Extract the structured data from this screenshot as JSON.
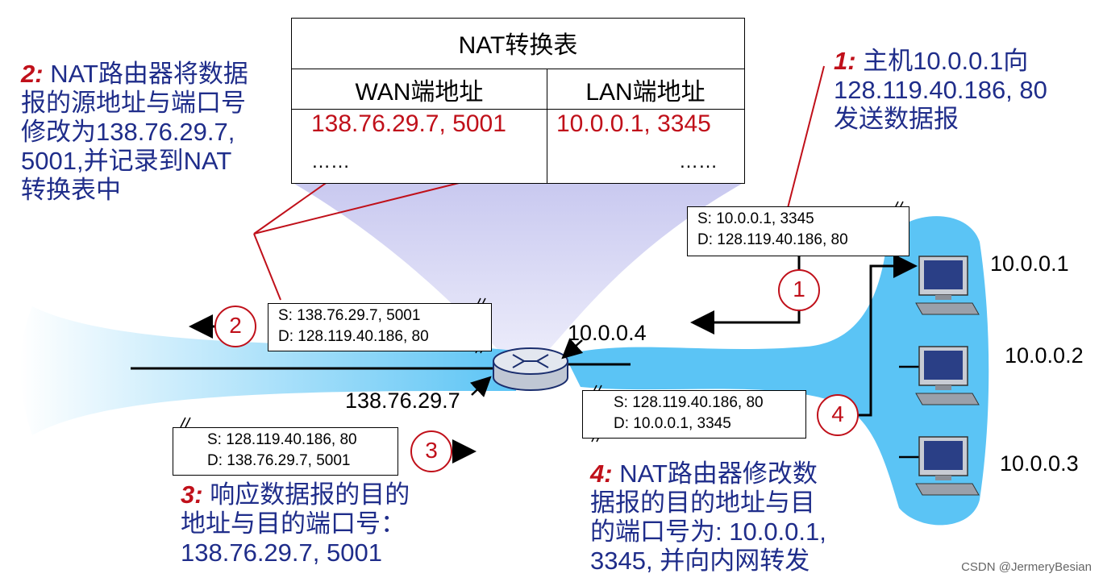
{
  "nat_table": {
    "title": "NAT转换表",
    "col_wan": "WAN端地址",
    "col_lan": "LAN端地址",
    "row_wan": "138.76.29.7, 5001",
    "row_lan": "10.0.0.1, 3345",
    "ellipsis_left": "……",
    "ellipsis_right": "……"
  },
  "notes": {
    "note1": {
      "step": "1:",
      "lines": [
        " 主机10.0.0.1向",
        "128.119.40.186, 80",
        "发送数据报"
      ]
    },
    "note2": {
      "step": "2:",
      "lines": [
        " NAT路由器将数据",
        "报的源地址与端口号",
        "修改为138.76.29.7,",
        "5001,并记录到NAT",
        "转换表中"
      ]
    },
    "note3": {
      "step": "3:",
      "lines": [
        " 响应数据报的目的",
        "地址与目的端口号：",
        " 138.76.29.7, 5001"
      ]
    },
    "note4": {
      "step": "4:",
      "lines": [
        " NAT路由器修改数",
        "据报的目的地址与目",
        "的端口号为: 10.0.0.1,",
        "3345, 并向内网转发"
      ]
    }
  },
  "packets": {
    "p1": {
      "src": "S: 10.0.0.1, 3345",
      "dst": "D: 128.119.40.186, 80"
    },
    "p2": {
      "src": "S: 138.76.29.7, 5001",
      "dst": "D: 128.119.40.186, 80"
    },
    "p3": {
      "src": "S: 128.119.40.186, 80",
      "dst": "D: 138.76.29.7, 5001"
    },
    "p4": {
      "src": "S: 128.119.40.186, 80",
      "dst": "D: 10.0.0.1, 3345"
    }
  },
  "steps": {
    "s1": "1",
    "s2": "2",
    "s3": "3",
    "s4": "4"
  },
  "addresses": {
    "router_lan": "10.0.0.4",
    "router_wan": "138.76.29.7",
    "host1": "10.0.0.1",
    "host2": "10.0.0.2",
    "host3": "10.0.0.3"
  },
  "credit": "CSDN @JermeryBesian",
  "colors": {
    "lan": "#5bc4f5",
    "step": "#c0101a",
    "note": "#1f2d8a"
  }
}
